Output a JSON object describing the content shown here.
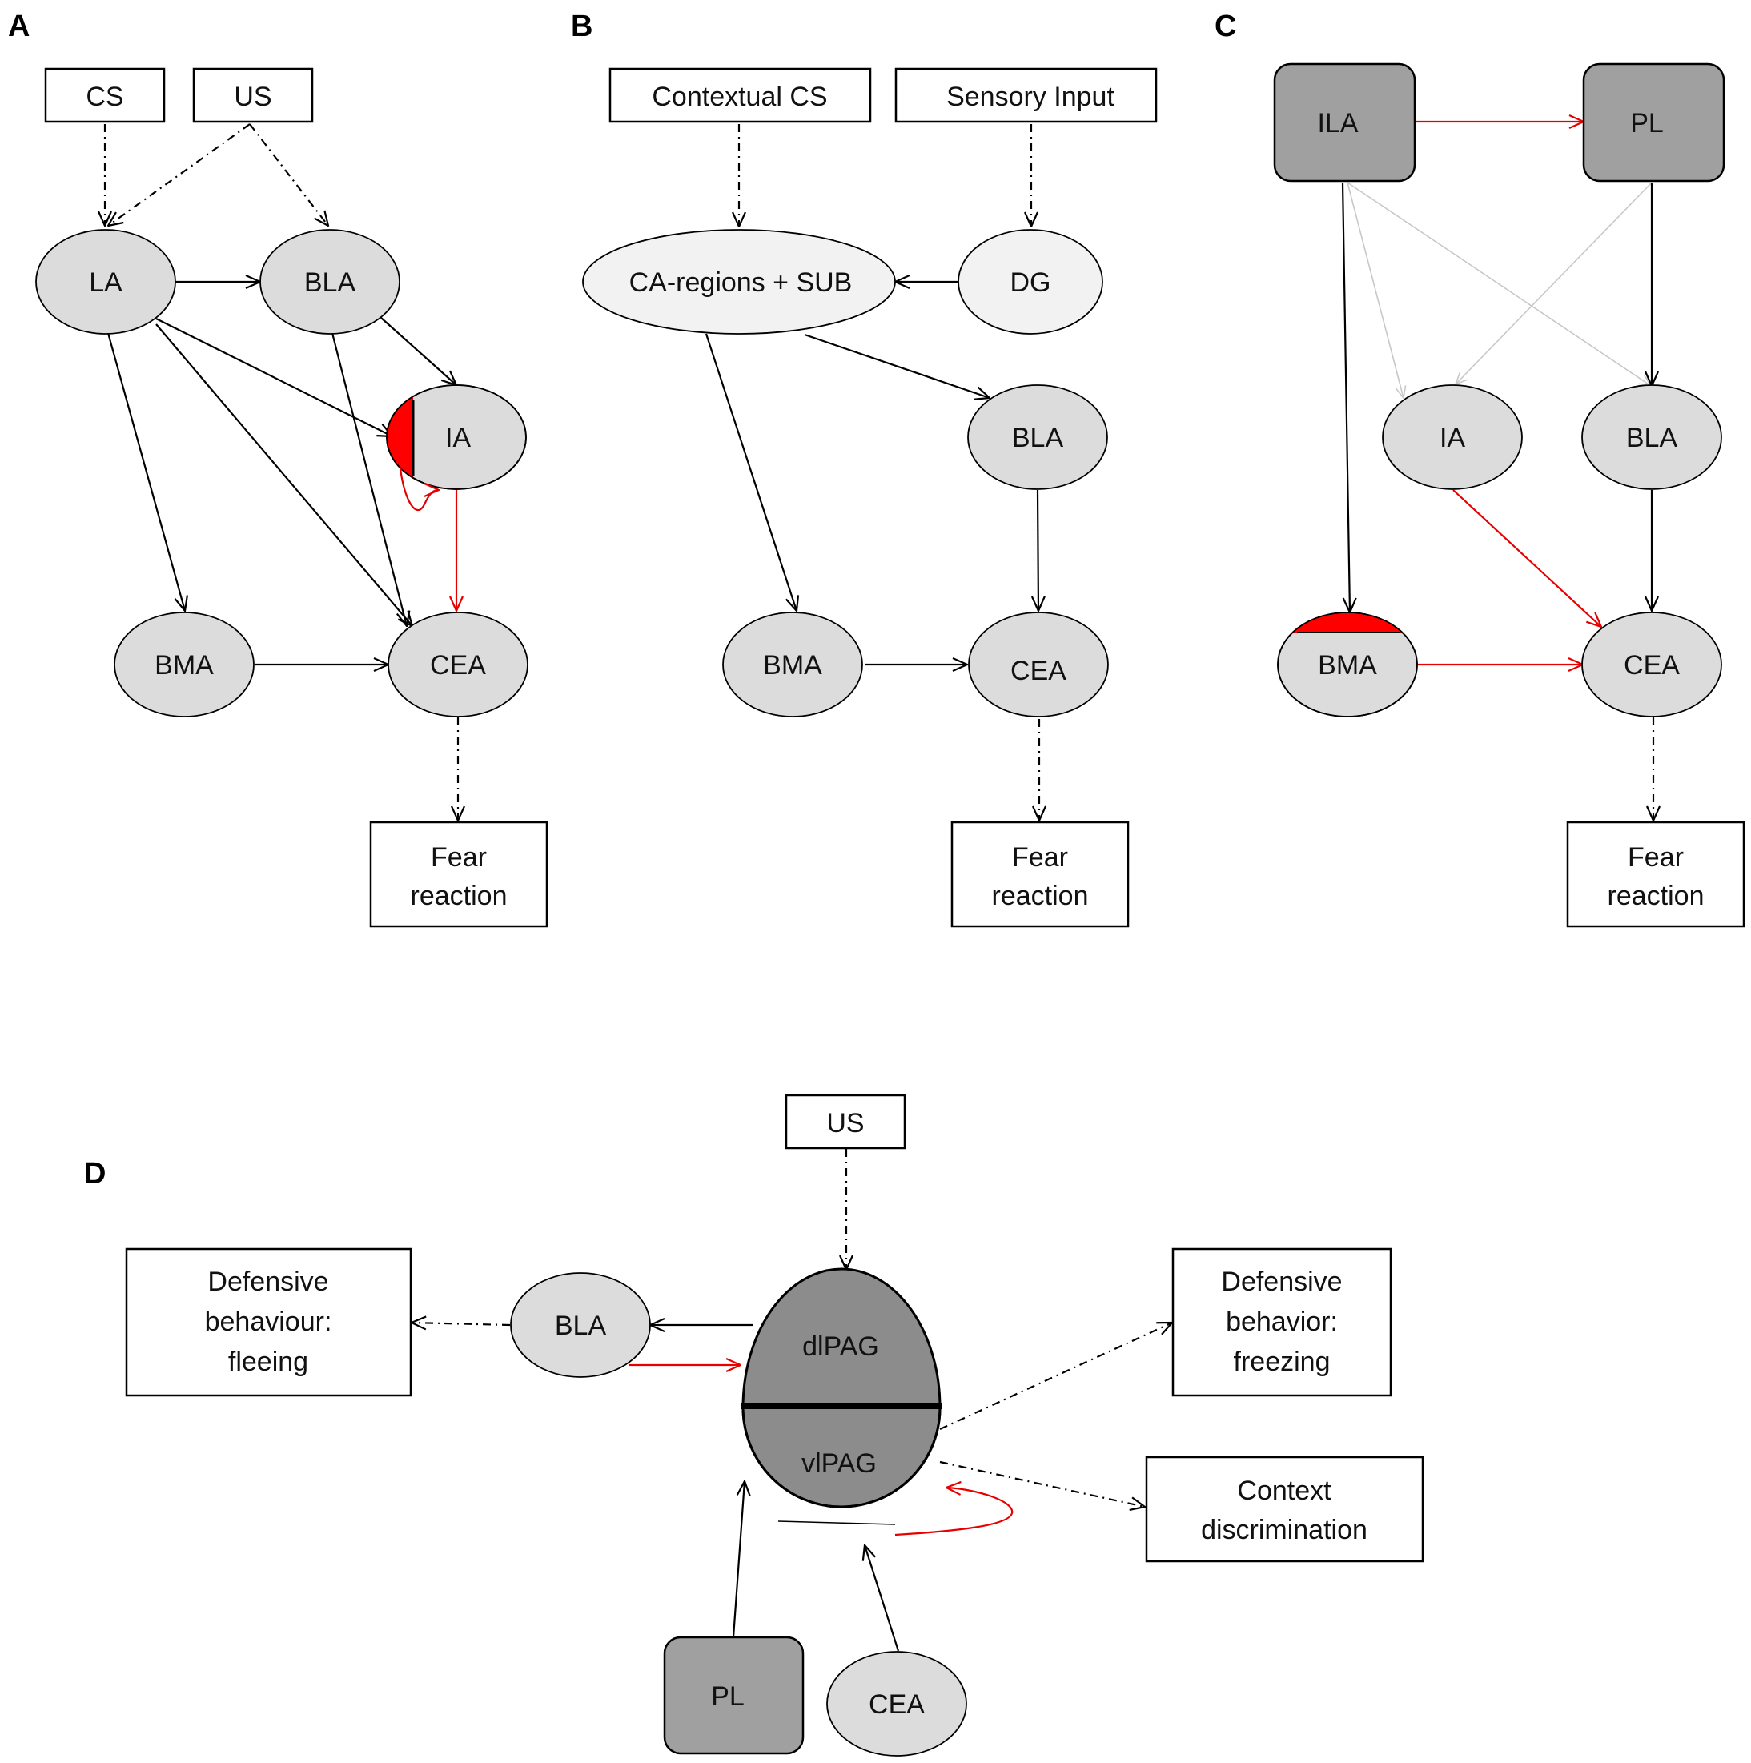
{
  "panels": {
    "A": {
      "label": "A",
      "cs": "CS",
      "us": "US",
      "la": "LA",
      "bla": "BLA",
      "ia": "IA",
      "bma": "BMA",
      "cea": "CEA",
      "fear_line1": "Fear",
      "fear_line2": "reaction"
    },
    "B": {
      "label": "B",
      "contextual_cs": "Contextual CS",
      "sensory_input": "Sensory Input",
      "ca_sub": "CA-regions + SUB",
      "dg": "DG",
      "bla": "BLA",
      "bma": "BMA",
      "cea": "CEA",
      "fear_line1": "Fear",
      "fear_line2": "reaction"
    },
    "C": {
      "label": "C",
      "ila": "ILA",
      "pl": "PL",
      "ia": "IA",
      "bla": "BLA",
      "bma": "BMA",
      "cea": "CEA",
      "fear_line1": "Fear",
      "fear_line2": "reaction"
    },
    "D": {
      "label": "D",
      "us": "US",
      "bla": "BLA",
      "dlpag": "dlPAG",
      "vlpag": "vlPAG",
      "pl": "PL",
      "cea": "CEA",
      "fleeing_line1": "Defensive",
      "fleeing_line2": "behaviour:",
      "fleeing_line3": "fleeing",
      "freezing_line1": "Defensive",
      "freezing_line2": "behavior:",
      "freezing_line3": "freezing",
      "context_line1": "Context",
      "context_line2": "discrimination"
    }
  },
  "colors": {
    "highlight": "#ff0000",
    "node_light": "#dcdcdc",
    "node_dark": "#8c8c8c",
    "node_mid": "#a0a0a0"
  }
}
